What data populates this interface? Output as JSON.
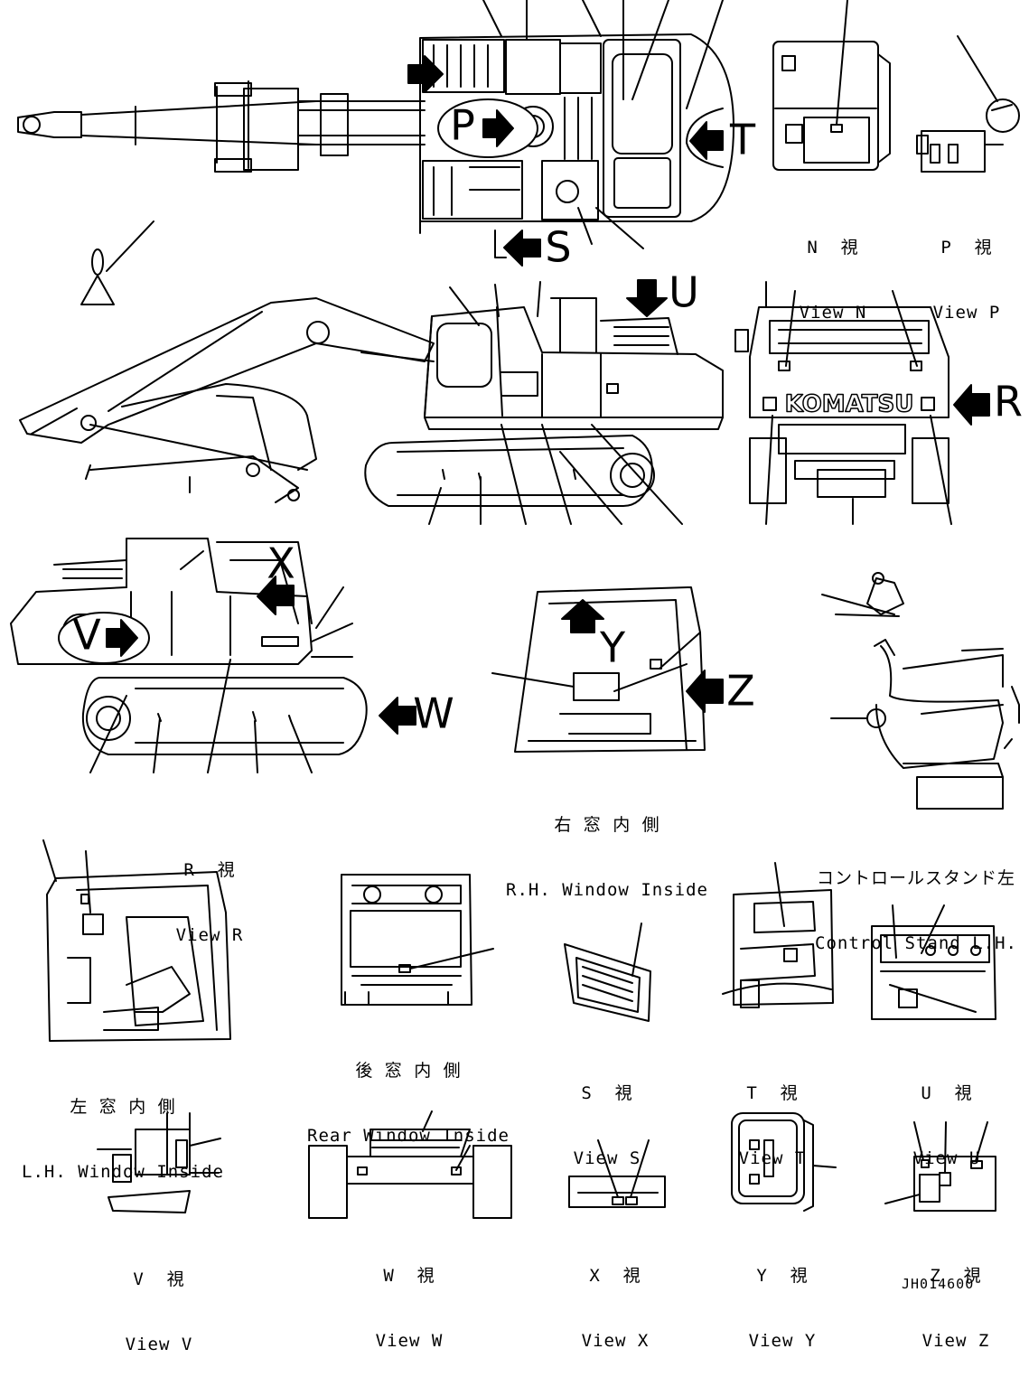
{
  "drawing_code": "JH014600",
  "letters": {
    "N": "N",
    "P": "P",
    "T": "T",
    "S": "S",
    "U": "U",
    "R": "R",
    "X": "X",
    "V": "V",
    "W": "W",
    "Y": "Y",
    "Z": "Z"
  },
  "views": {
    "n": {
      "jp": "N  視",
      "en": "View N"
    },
    "p": {
      "jp": "P  視",
      "en": "View P"
    },
    "r": {
      "jp": "R  視",
      "en": "View R"
    },
    "rh": {
      "jp": "右 窓 内 側",
      "en": "R.H. Window Inside"
    },
    "ctrl": {
      "jp": "コントロールスタンド左",
      "en": "Control Stand L.H."
    },
    "lh": {
      "jp": "左 窓 内 側",
      "en": "L.H. Window Inside"
    },
    "rear": {
      "jp": "後 窓 内 側",
      "en": "Rear Window Inside"
    },
    "s": {
      "jp": "S  視",
      "en": "View S"
    },
    "t": {
      "jp": "T  視",
      "en": "View T"
    },
    "u": {
      "jp": "U  視",
      "en": "View U"
    },
    "v": {
      "jp": "V  視",
      "en": "View V"
    },
    "w": {
      "jp": "W  視",
      "en": "View W"
    },
    "x": {
      "jp": "X  視",
      "en": "View X"
    },
    "y": {
      "jp": "Y  視",
      "en": "View Y"
    },
    "z": {
      "jp": "Z  視",
      "en": "View Z"
    }
  },
  "brand_logo": "KOMATSU",
  "colors": {
    "line": "#000000",
    "background": "#ffffff"
  }
}
